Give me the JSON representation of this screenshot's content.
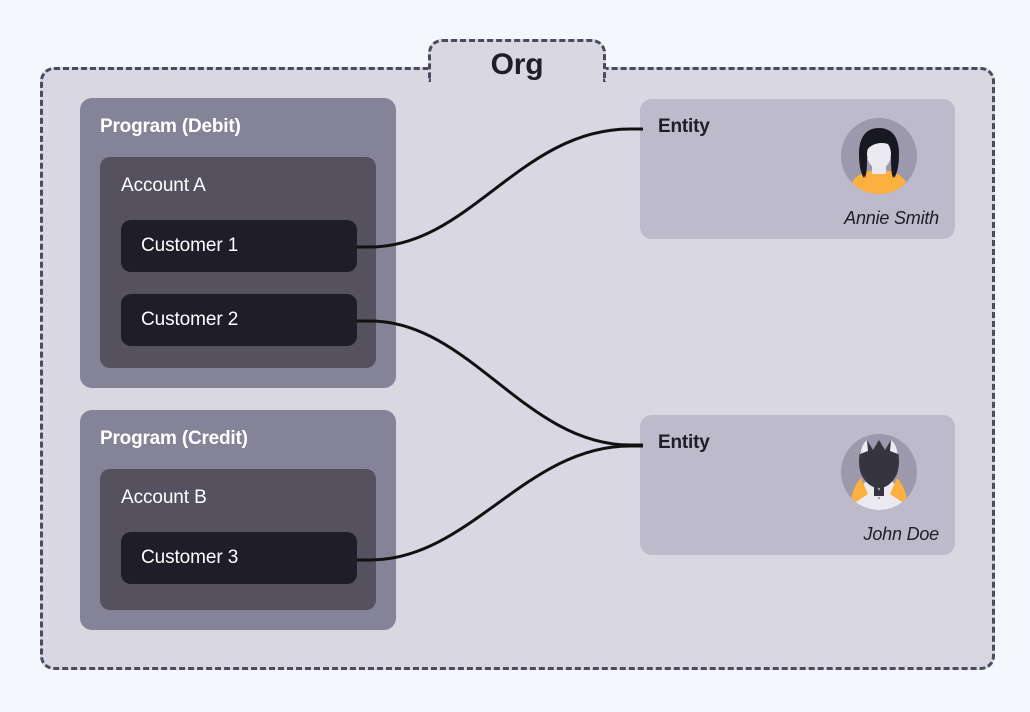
{
  "diagram": {
    "title": "Org",
    "background_color": "#f4f7fb",
    "container_color": "#d8d7e2",
    "border_color": "#4b4a5e",
    "connector_color": "#111111"
  },
  "programs": [
    {
      "label": "Program (Debit)",
      "color": "#858397",
      "account": {
        "label": "Account A",
        "color": "#55515f",
        "customers": [
          {
            "label": "Customer 1",
            "color": "#1e1d28"
          },
          {
            "label": "Customer 2",
            "color": "#1e1d28"
          }
        ]
      }
    },
    {
      "label": "Program (Credit)",
      "color": "#858397",
      "account": {
        "label": "Account B",
        "color": "#55515f",
        "customers": [
          {
            "label": "Customer 3",
            "color": "#1e1d28"
          }
        ]
      }
    }
  ],
  "entities": [
    {
      "label": "Entity",
      "name": "Annie Smith",
      "avatar": "female-avatar-icon",
      "color": "#bcbacb",
      "accent_color": "#fbb040"
    },
    {
      "label": "Entity",
      "name": "John Doe",
      "avatar": "male-avatar-icon",
      "color": "#bcbacb",
      "accent_color": "#fbb040"
    }
  ],
  "connections": [
    {
      "from": "Customer 1",
      "to": "Annie Smith"
    },
    {
      "from": "Customer 2",
      "to": "John Doe"
    },
    {
      "from": "Customer 3",
      "to": "John Doe"
    }
  ]
}
